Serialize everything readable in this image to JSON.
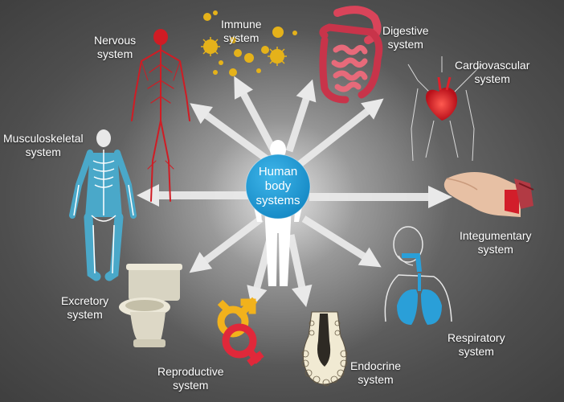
{
  "hub": {
    "line1": "Human",
    "line2": "body",
    "line3": "systems",
    "color": "#1e9ad6"
  },
  "systems": {
    "nervous": {
      "line1": "Nervous",
      "line2": "system",
      "icon": "nervous-system-icon"
    },
    "immune": {
      "line1": "Immune",
      "line2": "system",
      "icon": "immune-cells-icon"
    },
    "digestive": {
      "line1": "Digestive",
      "line2": "system",
      "icon": "intestines-icon"
    },
    "cardiovascular": {
      "line1": "Cardiovascular",
      "line2": "system",
      "icon": "heart-icon"
    },
    "musculoskeletal": {
      "line1": "Musculoskeletal",
      "line2": "system",
      "icon": "skeleton-icon"
    },
    "integumentary": {
      "line1": "Integumentary",
      "line2": "system",
      "icon": "skin-hand-icon"
    },
    "excretory": {
      "line1": "Excretory",
      "line2": "system",
      "icon": "toilet-icon"
    },
    "respiratory": {
      "line1": "Respiratory",
      "line2": "system",
      "icon": "lungs-icon"
    },
    "reproductive": {
      "line1": "Reproductive",
      "line2": "system",
      "icon": "gender-symbols-icon"
    },
    "endocrine": {
      "line1": "Endocrine",
      "line2": "system",
      "icon": "gland-icon"
    }
  },
  "colors": {
    "arrow": "#e9e9e9",
    "nerve": "#d01c24",
    "immune": "#e5b21a",
    "intestine": "#d9445a",
    "heart": "#e0202a",
    "skeleton": "#4aa8c9",
    "lungs": "#2a9fd8",
    "male_symbol": "#f2b21c",
    "female_symbol": "#e0283a"
  }
}
